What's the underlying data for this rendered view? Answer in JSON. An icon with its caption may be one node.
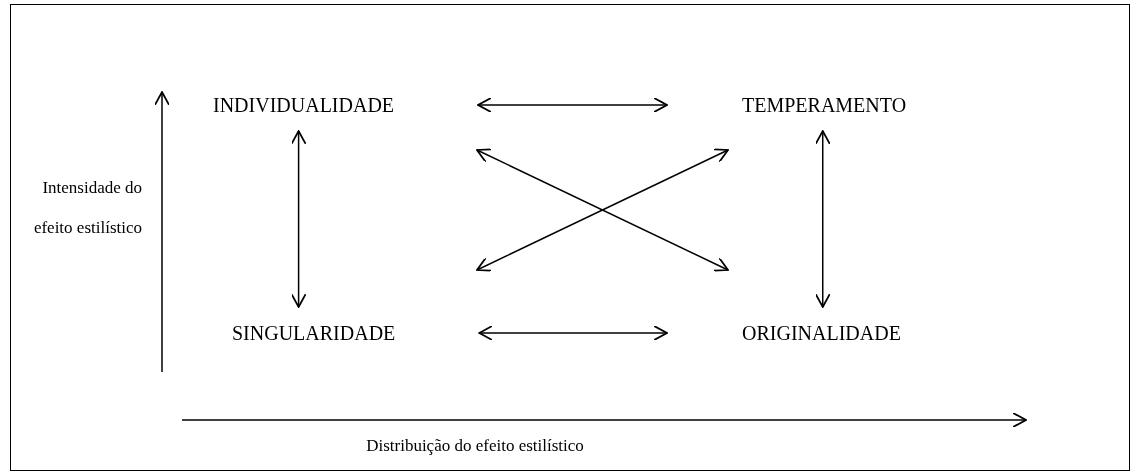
{
  "diagram": {
    "nodes": [
      {
        "text": [
          "INDIVIDUALIDADE"
        ]
      },
      {
        "text": [
          "TEMPERAMENTO"
        ]
      },
      {
        "text": [
          "SINGULARIDADE"
        ]
      },
      {
        "text": [
          "ORIGINALIDADE"
        ]
      }
    ],
    "edges": [
      {
        "from": 0,
        "to": 1,
        "arrow": "both"
      },
      {
        "from": 0,
        "to": 2,
        "arrow": "both"
      },
      {
        "from": 1,
        "to": 3,
        "arrow": "both"
      },
      {
        "from": 0,
        "to": 3,
        "arrow": "both"
      },
      {
        "from": 1,
        "to": 2,
        "arrow": "both"
      },
      {
        "from": 2,
        "to": 3,
        "arrow": "both"
      }
    ],
    "labels": [
      "Intensidade do efeito estilístico",
      "Distribuição do efeito estilístico"
    ]
  }
}
